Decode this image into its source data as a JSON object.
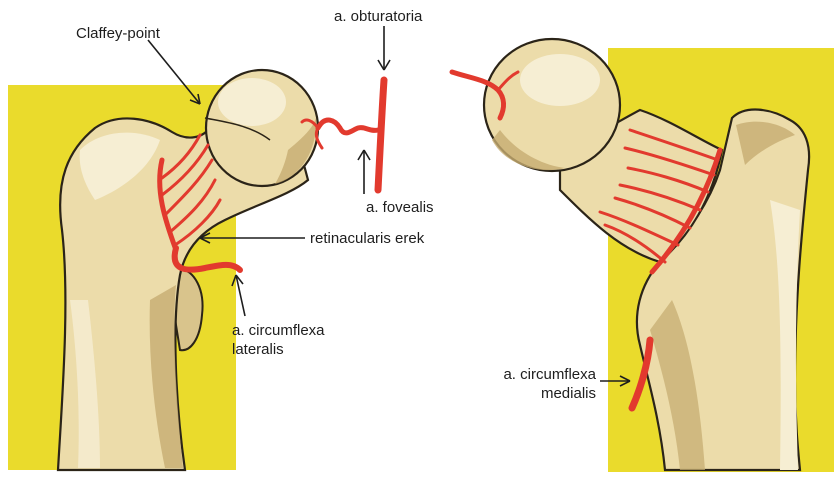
{
  "labels": {
    "claffey_point": "Claffey-point",
    "a_obturatoria": "a. obturatoria",
    "a_fovealis": "a. fovealis",
    "retinacularis_erek": "retinacularis erek",
    "a_circumflexa_lateralis_1": "a. circumflexa",
    "a_circumflexa_lateralis_2": "lateralis",
    "a_circumflexa_medialis_1": "a. circumflexa",
    "a_circumflexa_medialis_2": "medialis"
  },
  "colors": {
    "background_panel": "#eadb2c",
    "bone_fill": "#ecdcaa",
    "bone_light": "#f6eed3",
    "bone_shade": "#b59a62",
    "outline": "#2b2418",
    "artery": "#e23a2e",
    "arrow": "#1e1e1e"
  }
}
